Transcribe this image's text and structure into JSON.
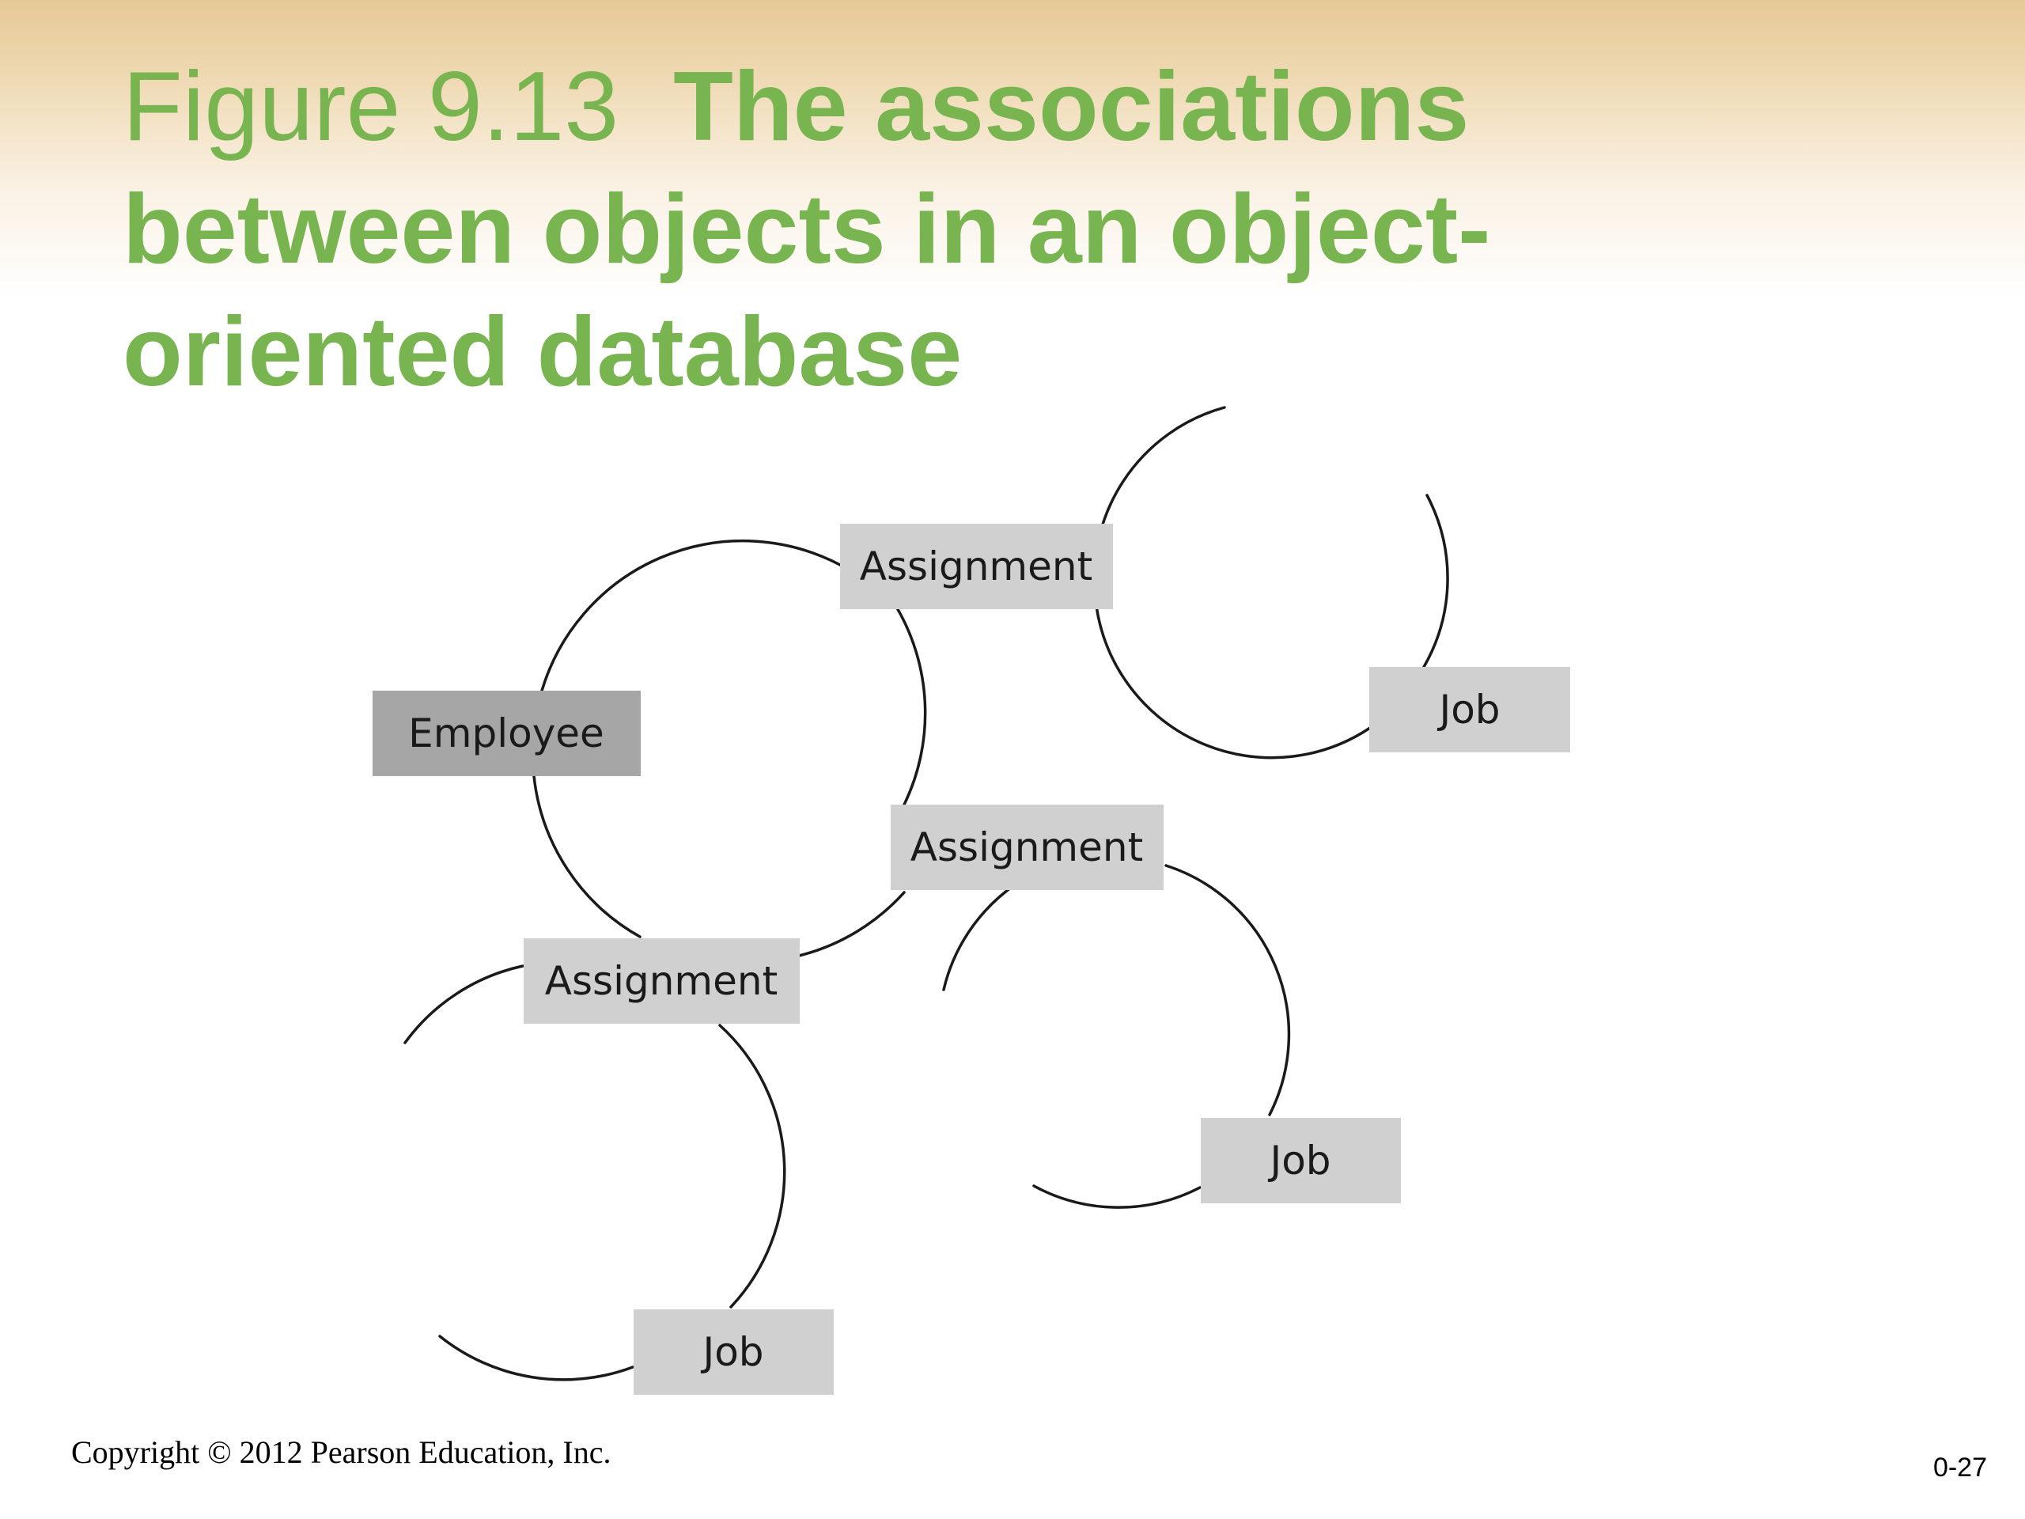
{
  "title": {
    "figure_label": "Figure 9.13",
    "caption": "The associations between objects in an object-oriented database"
  },
  "diagram": {
    "nodes": [
      {
        "id": "employee",
        "label": "Employee",
        "kind": "primary"
      },
      {
        "id": "assignment-1",
        "label": "Assignment",
        "kind": "secondary"
      },
      {
        "id": "assignment-2",
        "label": "Assignment",
        "kind": "secondary"
      },
      {
        "id": "assignment-3",
        "label": "Assignment",
        "kind": "secondary"
      },
      {
        "id": "job-1",
        "label": "Job",
        "kind": "secondary"
      },
      {
        "id": "job-2",
        "label": "Job",
        "kind": "secondary"
      },
      {
        "id": "job-3",
        "label": "Job",
        "kind": "secondary"
      }
    ],
    "associations": [
      {
        "from": "employee",
        "to": "assignment-1"
      },
      {
        "from": "employee",
        "to": "assignment-2"
      },
      {
        "from": "employee",
        "to": "assignment-3"
      },
      {
        "from": "assignment-1",
        "to": "job-1"
      },
      {
        "from": "assignment-2",
        "to": "job-2"
      },
      {
        "from": "assignment-3",
        "to": "job-3"
      }
    ],
    "colors": {
      "primary_box": "#a6a6a6",
      "secondary_box": "#d0d0d0",
      "line": "#1a1a1a",
      "title": "#78b450"
    }
  },
  "footer": {
    "copyright": "Copyright © 2012 Pearson Education, Inc.",
    "slide_number": "0-27"
  }
}
